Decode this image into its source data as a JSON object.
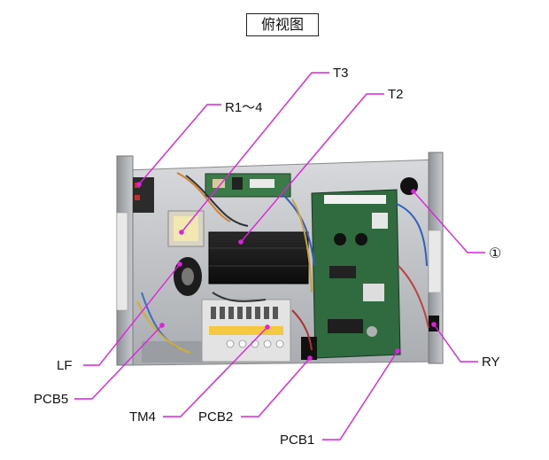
{
  "title": "俯视图",
  "labels": {
    "t3": "T3",
    "r1_4": "R1～4",
    "t2": "T2",
    "circle1": "①",
    "ry": "RY",
    "lf": "LF",
    "pcb5": "PCB5",
    "tm4": "TM4",
    "pcb2": "PCB2",
    "pcb1": "PCB1"
  },
  "colors": {
    "leader": "#e020e0",
    "chassis": "#b9bcc0",
    "pcb": "#2f6b3f",
    "transformer": "#1a1a1a"
  }
}
